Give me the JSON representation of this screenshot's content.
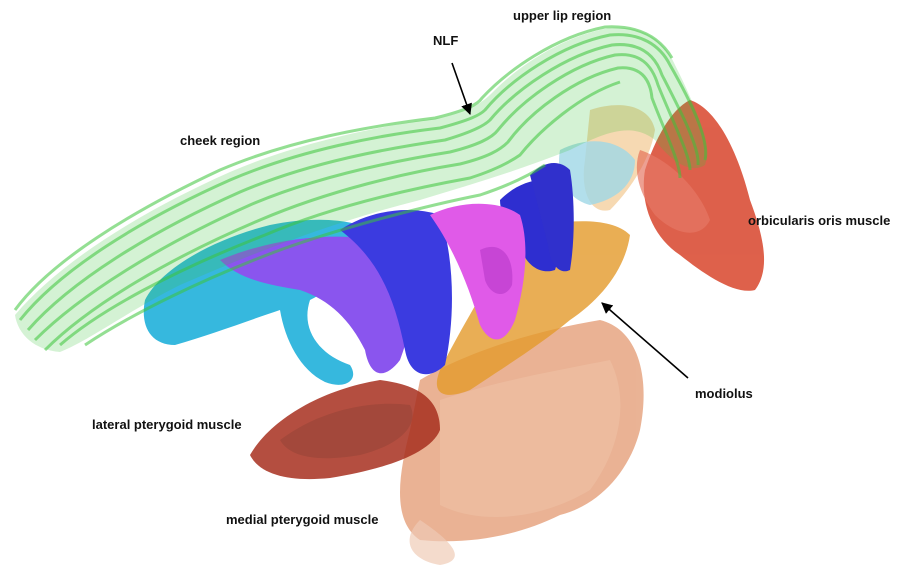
{
  "labels": {
    "upper_lip": "upper lip region",
    "nlf": "NLF",
    "cheek": "cheek region",
    "orbicularis": "orbicularis oris muscle",
    "modiolus": "modiolus",
    "lateral_pterygoid": "lateral pterygoid muscle",
    "medial_pterygoid": "medial pterygoid muscle"
  },
  "colors": {
    "skin_surface": "#3cc43a",
    "cheek_tissue": "#36b8de",
    "violet_muscle": "#8a55ee",
    "blue_muscle": "#3b3be0",
    "magenta_muscle": "#e05ae8",
    "orbicularis_oris": "#d8452c",
    "modiolus_tissue": "#e49a2a",
    "lateral_pterygoid": "#a8301f",
    "medial_pterygoid": "#d9743e"
  }
}
